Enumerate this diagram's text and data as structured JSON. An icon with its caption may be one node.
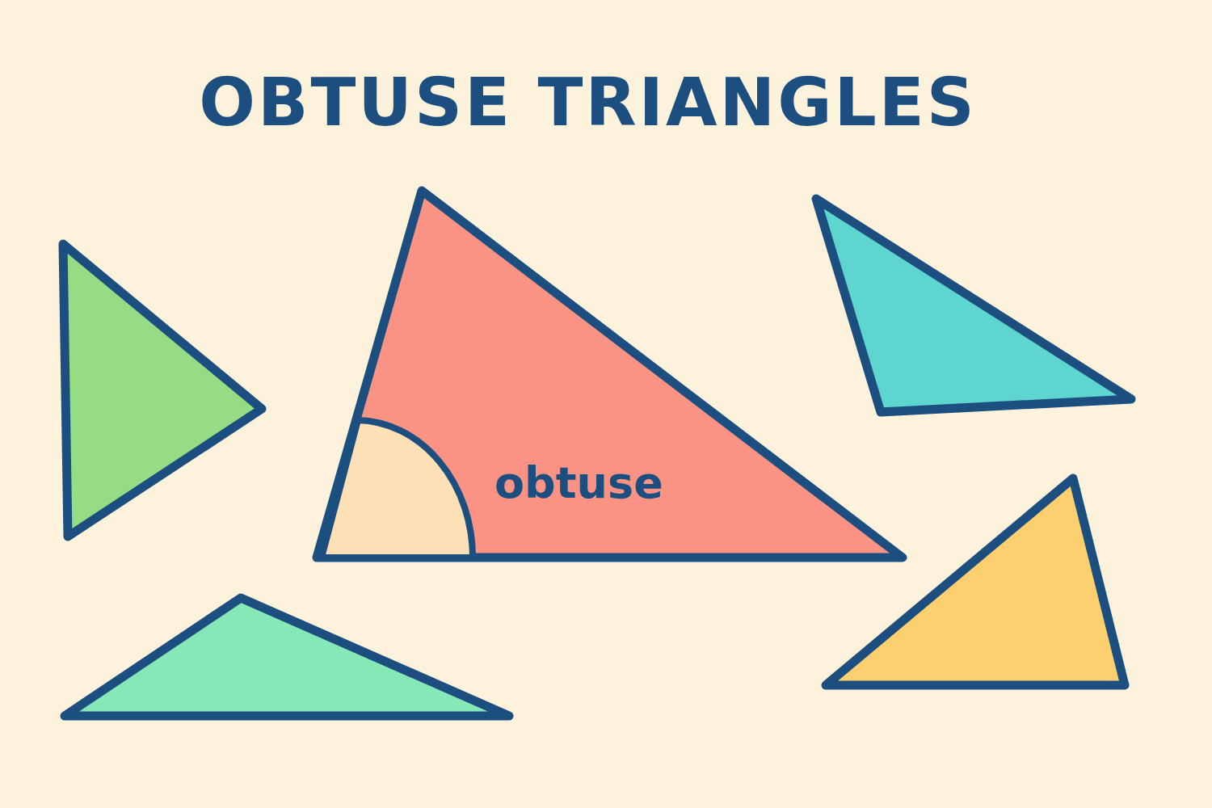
{
  "diagram": {
    "title": "OBTUSE TRIANGLES",
    "nodes": [
      {
        "text": [],
        "shape": "triangle"
      },
      {
        "text": [
          "obtuse"
        ]
      },
      {
        "text": [],
        "shape": "sector",
        "in": 1
      },
      {
        "text": [],
        "shape": "triangle"
      },
      {
        "text": [],
        "shape": "triangle"
      },
      {
        "text": [],
        "shape": "triangle"
      }
    ]
  }
}
